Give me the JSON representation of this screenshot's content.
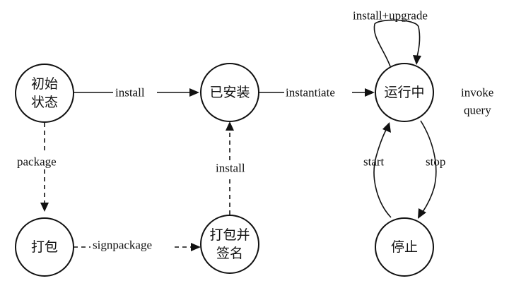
{
  "states": {
    "initial": [
      "初始",
      "状态"
    ],
    "installed": "已安装",
    "running": "运行中",
    "packaged": "打包",
    "signed": [
      "打包并",
      "签名"
    ],
    "stopped": "停止"
  },
  "transitions": {
    "install_top": "install",
    "instantiate": "instantiate",
    "install_upgrade": "install+upgrade",
    "package": "package",
    "signpackage": "signpackage",
    "install_up": "install",
    "start": "start",
    "stop": "stop"
  },
  "running_actions": [
    "invoke",
    "query"
  ]
}
